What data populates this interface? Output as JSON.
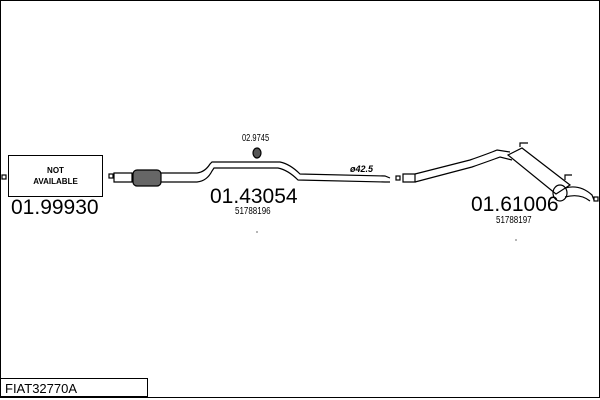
{
  "parts": [
    {
      "number": "01.99930",
      "status": [
        "NOT",
        "AVAILABLE"
      ]
    },
    {
      "number": "01.43054",
      "reference": "51788196"
    },
    {
      "number": "01.61006",
      "reference": "51788197"
    }
  ],
  "accessory": {
    "number": "02.9745"
  },
  "pipe_label": "ø42.5",
  "caption": "FIAT32770A"
}
